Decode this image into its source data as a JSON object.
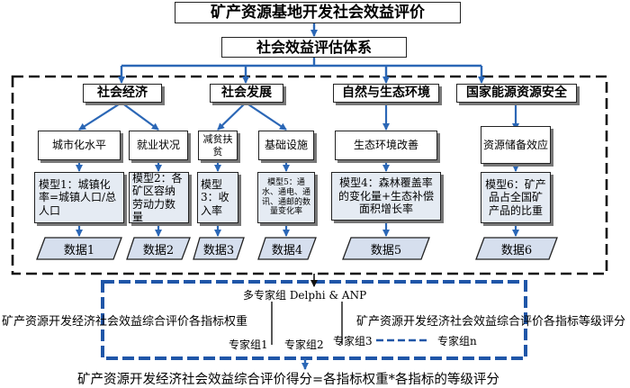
{
  "title": "矿产资源基地开发社会效益评价",
  "system": "社会效益评估体系",
  "categories": [
    {
      "name": "社会经济",
      "indicators": [
        {
          "name": "城市化水平",
          "model": "模型1：城镇化率=城镇人口/总人口",
          "data": "数据1"
        },
        {
          "name": "就业状况",
          "model": "模型2：各矿区容纳劳动力数量",
          "data": "数据2"
        }
      ]
    },
    {
      "name": "社会发展",
      "indicators": [
        {
          "name": "减贫扶贫",
          "model": "模型3：收入率",
          "data": "数据3"
        },
        {
          "name": "基础设施",
          "model": "模型5：通水、通电、通讯、通邮的数量变化率",
          "data": "数据4"
        }
      ]
    },
    {
      "name": "自然与生态环境",
      "indicators": [
        {
          "name": "生态环境改善",
          "model": "模型4：森林覆盖率的变化量+生态补偿面积增长率",
          "data": "数据5"
        }
      ]
    },
    {
      "name": "国家能源资源安全",
      "indicators": [
        {
          "name": "资源储备效应",
          "model": "模型6：矿产品占全国矿产品的比重",
          "data": "数据6"
        }
      ]
    }
  ],
  "experts": {
    "header": "多专家组 Delphi & ANP",
    "groups": [
      "专家组1",
      "专家组2",
      "专家组3",
      "专家组n"
    ]
  },
  "left_label": "矿产资源开发经济社会效益综合评价各指标权重",
  "right_label": "矿产资源开发经济社会效益综合评价各指标等级评分",
  "formula": "矿产资源开发经济社会效益综合评价得分=各指标权重*各指标的等级评分",
  "colors": {
    "connector": "#2b67b6",
    "model_fill": "#e5ebf3",
    "data_fill": "#d6dfee",
    "expert_border": "#1f56a8"
  }
}
